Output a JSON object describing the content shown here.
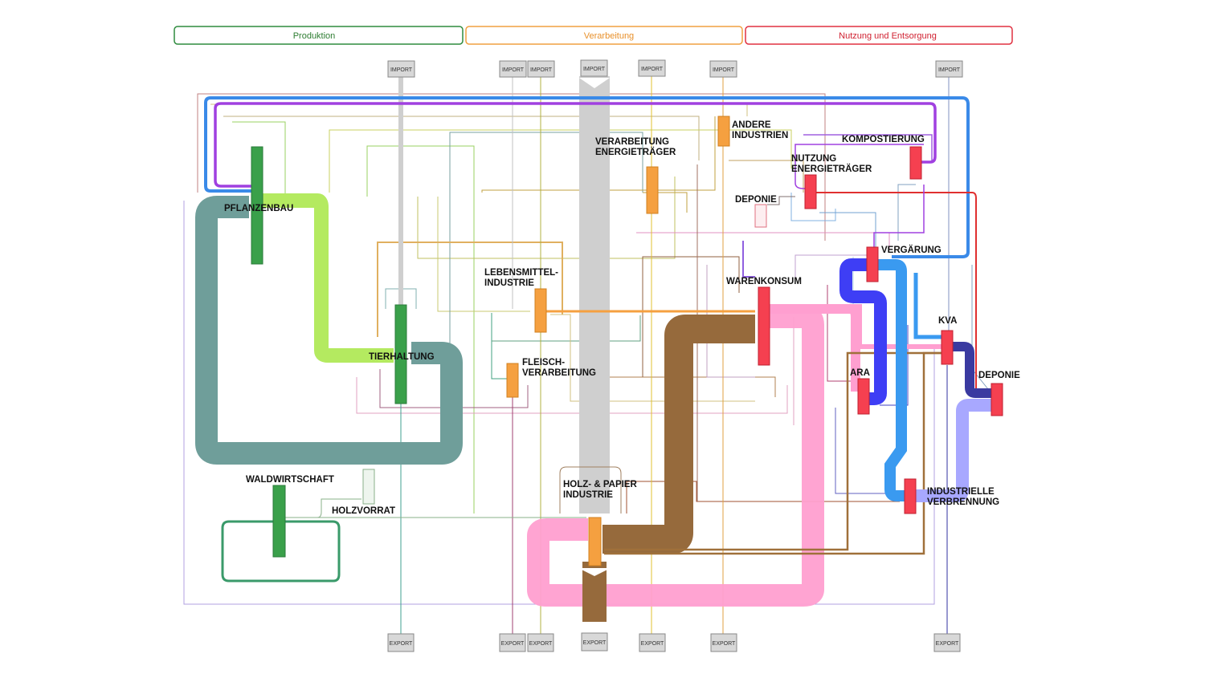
{
  "sections": {
    "production": "Produktion",
    "processing": "Verarbeitung",
    "usage": "Nutzung und Entsorgung"
  },
  "nodes": {
    "pflanzenbau": "PFLANZENBAU",
    "tierhaltung": "TIERHALTUNG",
    "waldwirtschaft": "WALDWIRTSCHAFT",
    "holzvorrat": "HOLZVORRAT",
    "lebensmittel_1": "LEBENSMITTEL-",
    "lebensmittel_2": "INDUSTRIE",
    "fleisch_1": "FLEISCH-",
    "fleisch_2": "VERARBEITUNG",
    "holz_papier_1": "HOLZ- & PAPIER",
    "holz_papier_2": "INDUSTRIE",
    "verarbeitung_et_1": "VERARBEITUNG",
    "verarbeitung_et_2": "ENERGIETRÄGER",
    "andere_ind_1": "ANDERE",
    "andere_ind_2": "INDUSTRIEN",
    "deponie_top": "DEPONIE",
    "nutzung_et_1": "NUTZUNG",
    "nutzung_et_2": "ENERGIETRÄGER",
    "kompostierung": "KOMPOSTIERUNG",
    "vergaerung": "VERGÄRUNG",
    "warenkonsum": "WARENKONSUM",
    "kva": "KVA",
    "ara": "ARA",
    "deponie_right": "DEPONIE",
    "ind_verbr_1": "INDUSTRIELLE",
    "ind_verbr_2": "VERBRENNUNG"
  },
  "import_label": "IMPORT",
  "export_label": "EXPORT",
  "colors": {
    "production": "#3a9a4a",
    "processing": "#f5a040",
    "usage": "#e8354a",
    "production_border": "#2e8b3e",
    "processing_border": "#f0a040",
    "usage_border": "#e03040"
  }
}
